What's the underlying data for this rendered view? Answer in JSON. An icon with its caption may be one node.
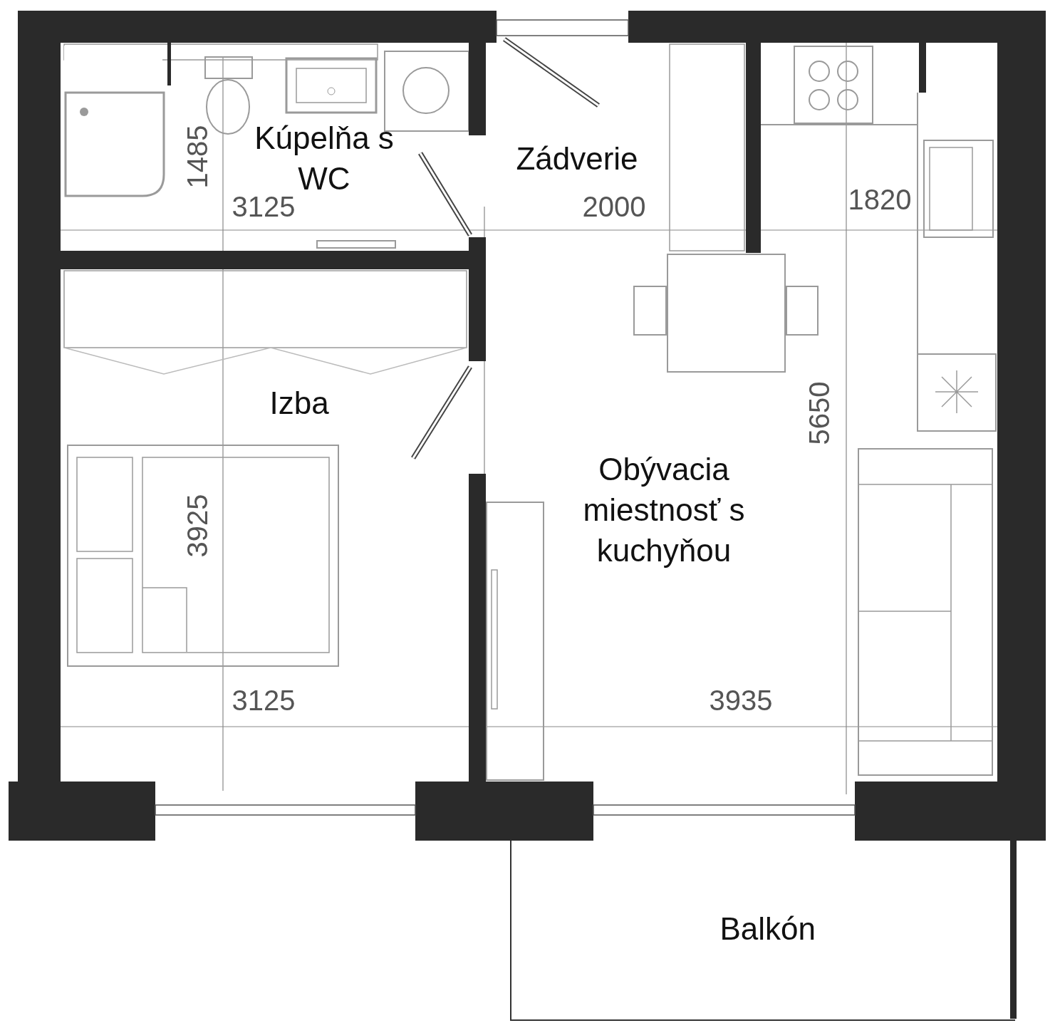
{
  "diagram": {
    "labels": [
      "Kúpelňa s WC",
      "Zádverie",
      "1485",
      "1820",
      "3125",
      "2000",
      "Izba",
      "5650",
      "Obývacia miestnosť s kuchyňou",
      "3925",
      "3125",
      "3935",
      "Balkón"
    ]
  }
}
